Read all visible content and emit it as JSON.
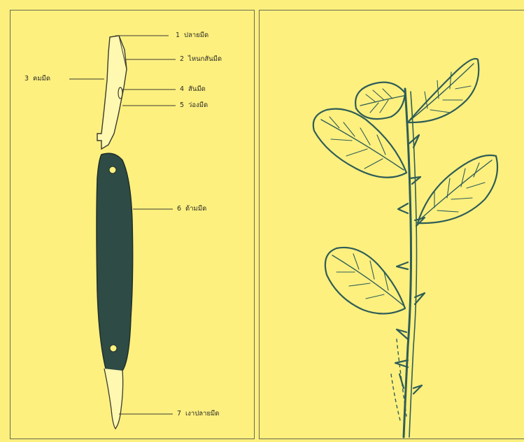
{
  "knife_labels": [
    {
      "num": "1",
      "text": "ปลายมีด"
    },
    {
      "num": "2",
      "text": "ไหนกสันมีด"
    },
    {
      "num": "3",
      "text": "คมมีด"
    },
    {
      "num": "4",
      "text": "สันมีด"
    },
    {
      "num": "5",
      "text": "ว่องมีด"
    },
    {
      "num": "6",
      "text": "ด้ามมีด"
    },
    {
      "num": "7",
      "text": "เงาปลายมีด"
    }
  ],
  "colors": {
    "paper": "#fcef7e",
    "ink": "#2a2a26",
    "handle": "#2f4b45",
    "plant_line": "#2f5d57"
  }
}
